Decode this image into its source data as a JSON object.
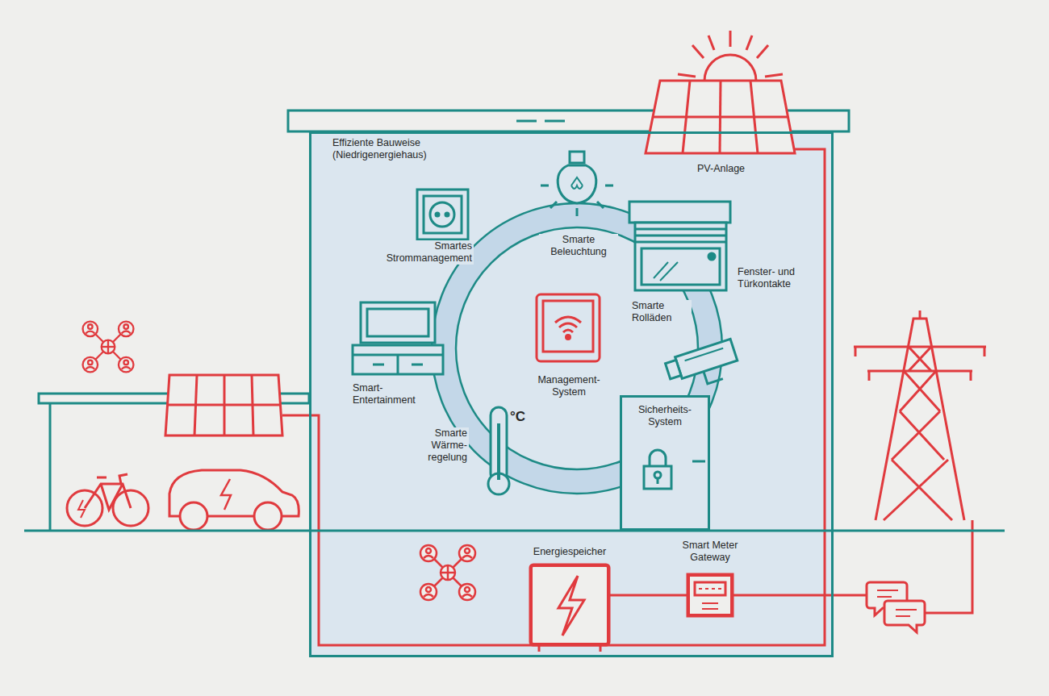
{
  "diagram": {
    "nodes": [
      {
        "text": [
          "Effiziente Bauweise (Niedrigenergiehaus)"
        ]
      },
      {
        "text": [
          "Management- System"
        ],
        "in": 0
      },
      {
        "text": [
          "Sicherheits- System"
        ],
        "in": 0
      },
      {
        "text": [
          "Energiespeicher"
        ],
        "in": 0
      },
      {
        "text": [
          "Smart Meter Gateway"
        ],
        "in": 0
      }
    ],
    "edges": [
      {
        "from": 3,
        "to": 4,
        "arrow": "none"
      }
    ],
    "labels": [
      "PV-Anlage",
      "Smartes Strommanagement",
      "Smarte Beleuchtung",
      "Fenster- und Türkontakte",
      "Smarte Rolläden",
      "Smart- Entertainment",
      "Smarte Wärme- regelung",
      "°C"
    ]
  }
}
